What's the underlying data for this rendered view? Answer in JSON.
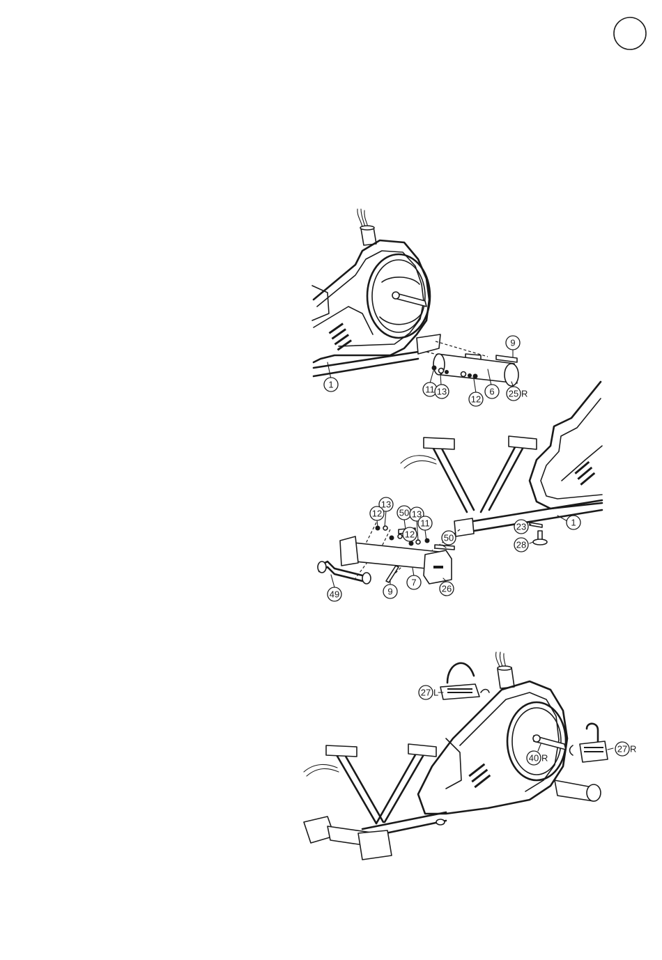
{
  "callouts": [
    {
      "id": "s1-9",
      "number": "9",
      "suffix": ""
    },
    {
      "id": "s1-1",
      "number": "1",
      "suffix": ""
    },
    {
      "id": "s1-11",
      "number": "11",
      "suffix": ""
    },
    {
      "id": "s1-13",
      "number": "13",
      "suffix": ""
    },
    {
      "id": "s1-12",
      "number": "12",
      "suffix": ""
    },
    {
      "id": "s1-6",
      "number": "6",
      "suffix": ""
    },
    {
      "id": "s1-25",
      "number": "25",
      "suffix": "R"
    },
    {
      "id": "s2-13a",
      "number": "13",
      "suffix": ""
    },
    {
      "id": "s2-12a",
      "number": "12",
      "suffix": ""
    },
    {
      "id": "s2-50a",
      "number": "50",
      "suffix": ""
    },
    {
      "id": "s2-13b",
      "number": "13",
      "suffix": ""
    },
    {
      "id": "s2-12b",
      "number": "12",
      "suffix": ""
    },
    {
      "id": "s2-11",
      "number": "11",
      "suffix": ""
    },
    {
      "id": "s2-50b",
      "number": "50",
      "suffix": ""
    },
    {
      "id": "s2-23",
      "number": "23",
      "suffix": ""
    },
    {
      "id": "s2-1",
      "number": "1",
      "suffix": ""
    },
    {
      "id": "s2-28",
      "number": "28",
      "suffix": ""
    },
    {
      "id": "s2-49",
      "number": "49",
      "suffix": ""
    },
    {
      "id": "s2-9",
      "number": "9",
      "suffix": ""
    },
    {
      "id": "s2-7",
      "number": "7",
      "suffix": ""
    },
    {
      "id": "s2-26",
      "number": "26",
      "suffix": ""
    },
    {
      "id": "s3-27L",
      "number": "27",
      "suffix": "L"
    },
    {
      "id": "s3-40",
      "number": "40",
      "suffix": "R"
    },
    {
      "id": "s3-27R",
      "number": "27",
      "suffix": "R"
    }
  ]
}
